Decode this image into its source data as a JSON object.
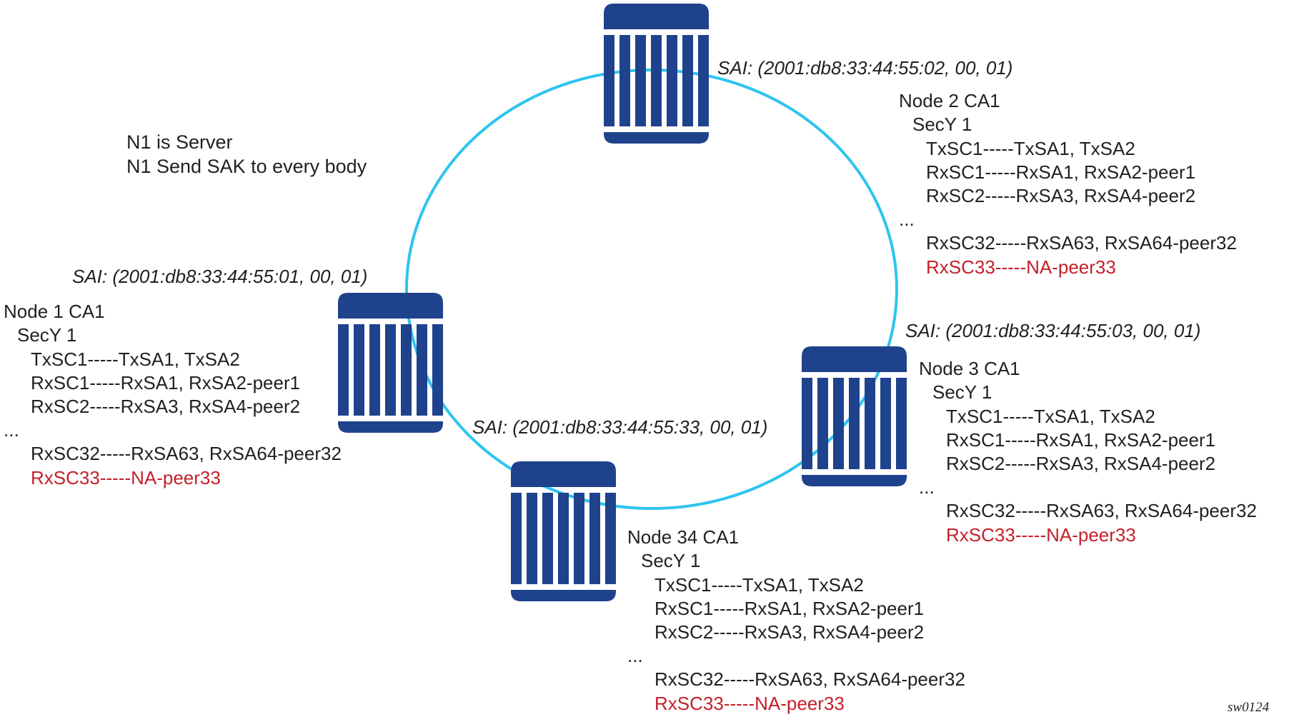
{
  "diagram": {
    "colors": {
      "node": "#1f428c",
      "ring": "#2ec4ef",
      "text": "#231f20",
      "highlight": "#c4202a"
    },
    "topology": "ring",
    "note": {
      "line1": "N1 is Server",
      "line2": "N1 Send SAK to every body"
    },
    "figure_id": "sw0124",
    "nodes": [
      {
        "id": "node1",
        "sai": "SAI: (2001:db8:33:44:55:01, 00, 01)",
        "ca": "Node 1 CA1",
        "secy": "SecY 1",
        "tx": "TxSC1-----TxSA1, TxSA2",
        "rx1": "RxSC1-----RxSA1, RxSA2-peer1",
        "rx2": "RxSC2-----RxSA3, RxSA4-peer2",
        "ellipsis": "...",
        "rx32": "RxSC32-----RxSA63, RxSA64-peer32",
        "rx33": "RxSC33-----NA-peer33"
      },
      {
        "id": "node2",
        "sai": "SAI: (2001:db8:33:44:55:02, 00, 01)",
        "ca": "Node 2 CA1",
        "secy": "SecY 1",
        "tx": "TxSC1-----TxSA1, TxSA2",
        "rx1": "RxSC1-----RxSA1, RxSA2-peer1",
        "rx2": "RxSC2-----RxSA3, RxSA4-peer2",
        "ellipsis": "...",
        "rx32": "RxSC32-----RxSA63, RxSA64-peer32",
        "rx33": "RxSC33-----NA-peer33"
      },
      {
        "id": "node3",
        "sai": "SAI: (2001:db8:33:44:55:03, 00, 01)",
        "ca": "Node 3 CA1",
        "secy": "SecY 1",
        "tx": "TxSC1-----TxSA1, TxSA2",
        "rx1": "RxSC1-----RxSA1, RxSA2-peer1",
        "rx2": "RxSC2-----RxSA3, RxSA4-peer2",
        "ellipsis": "...",
        "rx32": "RxSC32-----RxSA63, RxSA64-peer32",
        "rx33": "RxSC33-----NA-peer33"
      },
      {
        "id": "node34",
        "sai": "SAI: (2001:db8:33:44:55:33, 00, 01)",
        "ca": "Node 34 CA1",
        "secy": "SecY 1",
        "tx": "TxSC1-----TxSA1, TxSA2",
        "rx1": "RxSC1-----RxSA1, RxSA2-peer1",
        "rx2": "RxSC2-----RxSA3, RxSA4-peer2",
        "ellipsis": "...",
        "rx32": "RxSC32-----RxSA63, RxSA64-peer32",
        "rx33": "RxSC33-----NA-peer33"
      }
    ]
  }
}
